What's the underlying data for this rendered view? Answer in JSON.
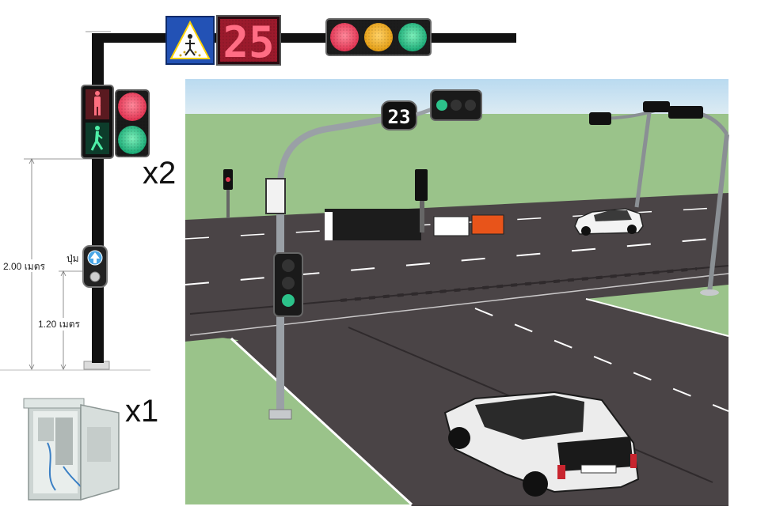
{
  "left_panel": {
    "countdown_display": "25",
    "dim_upper": "2.00 เมตร",
    "dim_lower": "1.20 เมตร",
    "button_label": "ปุ่ม",
    "multiplier_signals": "x2",
    "multiplier_cabinet": "x1"
  },
  "scene": {
    "pole_countdown": "23"
  },
  "colors": {
    "pole": "#111111",
    "signal_red": "#f24a6a",
    "signal_amber": "#f2b21e",
    "signal_green": "#2cc28a",
    "sky": "#cfe4f2",
    "grass": "#9ac38a",
    "road": "#4a4446"
  }
}
